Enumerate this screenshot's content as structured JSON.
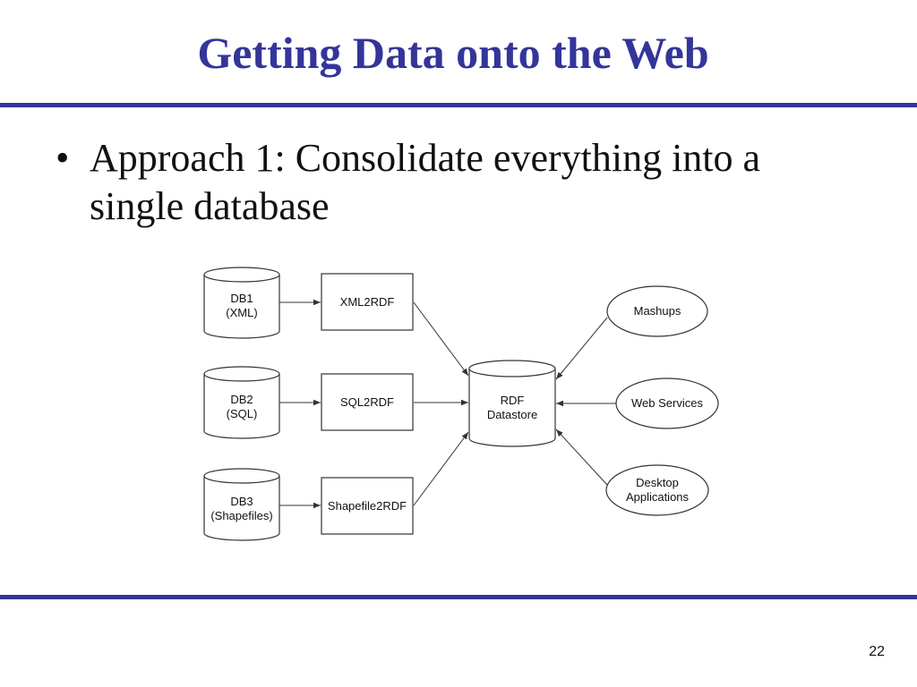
{
  "slide": {
    "title": "Getting Data onto the Web",
    "bullet": "Approach 1: Consolidate everything into a single database",
    "page_number": "22"
  },
  "diagram": {
    "sources": [
      {
        "line1": "DB1",
        "line2": "(XML)"
      },
      {
        "line1": "DB2",
        "line2": "(SQL)"
      },
      {
        "line1": "DB3",
        "line2": "(Shapefiles)"
      }
    ],
    "converters": [
      "XML2RDF",
      "SQL2RDF",
      "Shapefile2RDF"
    ],
    "datastore": {
      "line1": "RDF",
      "line2": "Datastore"
    },
    "consumers": [
      {
        "line1": "Mashups",
        "line2": ""
      },
      {
        "line1": "Web Services",
        "line2": ""
      },
      {
        "line1": "Desktop",
        "line2": "Applications"
      }
    ],
    "colors": {
      "title": "#33359a",
      "rule": "#33359a",
      "stroke": "#333333"
    }
  }
}
